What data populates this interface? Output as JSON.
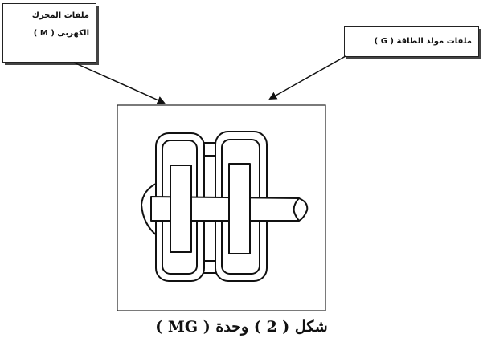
{
  "labels": {
    "motor_line1": "ملفات المحرك",
    "motor_line2": "الكهربى ( M )",
    "generator": "ملفات مولد الطاقة ( G )"
  },
  "caption": "شكل ( 2 ) وحدة ( MG )",
  "colors": {
    "ink": "#222222",
    "background": "#ffffff"
  }
}
